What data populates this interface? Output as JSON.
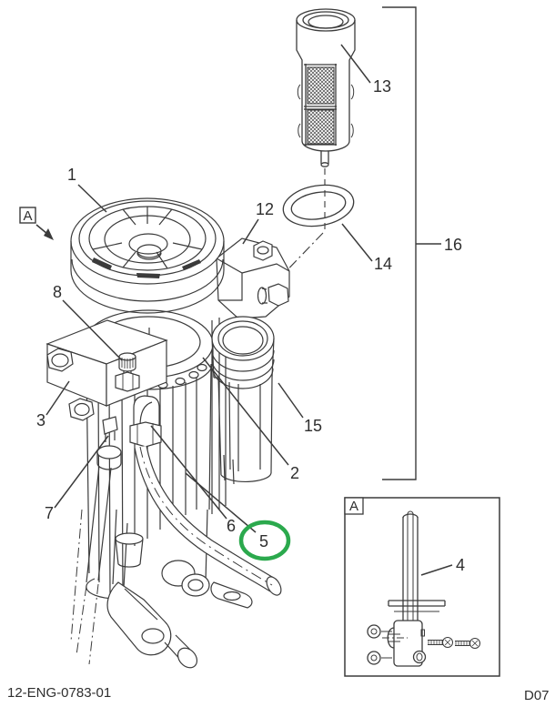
{
  "figure": {
    "type": "exploded-parts-diagram",
    "drawing_number": "12-ENG-0783-01",
    "page_code": "D07",
    "view_marker_label": "A",
    "detail_view_label": "A",
    "highlighted_callout": "5"
  },
  "callouts": {
    "1": "1",
    "2": "2",
    "3": "3",
    "4": "4",
    "5": "5",
    "6": "6",
    "7": "7",
    "8": "8",
    "12": "12",
    "13": "13",
    "14": "14",
    "15": "15",
    "16": "16"
  },
  "colors": {
    "line": "#3b3b3b",
    "highlight": "#2ba94d",
    "background": "#ffffff"
  }
}
